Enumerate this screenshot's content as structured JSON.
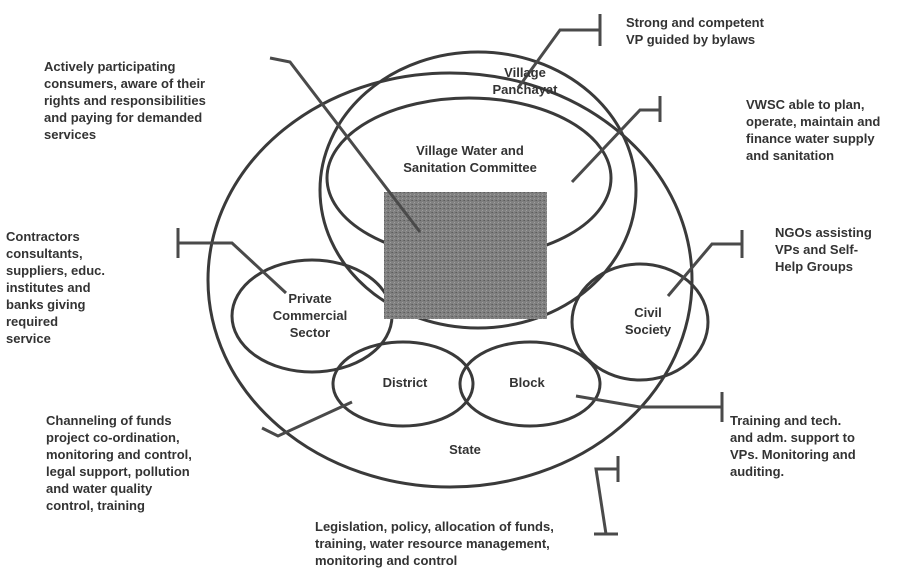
{
  "nodes": {
    "village_panchayat": "Village\nPanchayat",
    "vwsc": "Village Water and\nSanitation Committee",
    "private_sector": "Private\nCommercial\nSector",
    "civil_society": "Civil\nSociety",
    "district": "District",
    "block": "Block",
    "state": "State"
  },
  "annotations": {
    "vp_strong": "Strong and competent\nVP guided by bylaws",
    "consumers": "Actively participating\nconsumers, aware of their\nrights and responsibilities\nand paying for demanded\nservices",
    "vwsc_able": "VWSC able to plan,\noperate, maintain and\nfinance water supply\nand sanitation",
    "contractors": "Contractors\nconsultants,\nsuppliers, educ.\ninstitutes and\nbanks giving\nrequired\nservice",
    "ngos": "NGOs assisting\nVPs and Self-\nHelp Groups",
    "district_role": "Channeling of funds\nproject co-ordination,\nmonitoring and control,\nlegal support, pollution\nand water quality\ncontrol, training",
    "block_role": "Training and tech.\nand adm. support to\nVPs. Monitoring and\nauditing.",
    "state_role": "Legislation, policy, allocation of funds,\ntraining, water resource management,\nmonitoring and control"
  }
}
